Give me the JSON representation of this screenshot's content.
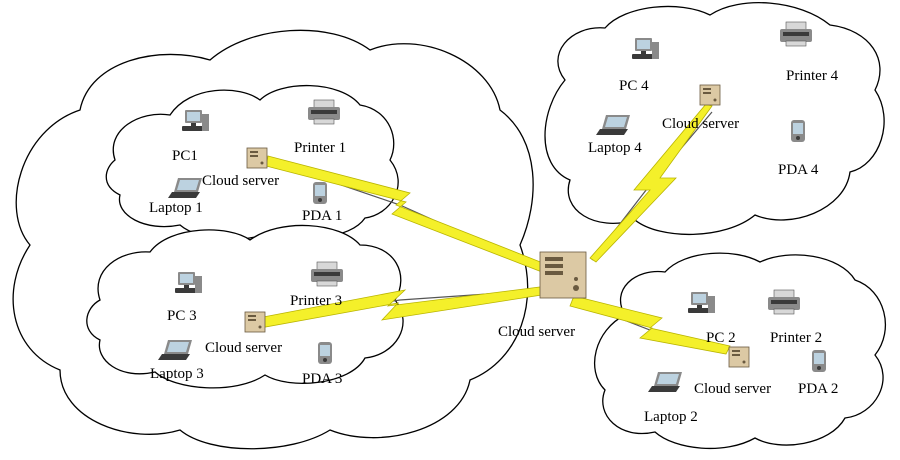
{
  "diagram": {
    "central_server": "Cloud server",
    "clouds": [
      {
        "id": "cloud-1",
        "server": "Cloud server",
        "pc": "PC1",
        "printer": "Printer 1",
        "laptop": "Laptop 1",
        "pda": "PDA 1"
      },
      {
        "id": "cloud-3",
        "server": "Cloud server",
        "pc": "PC 3",
        "printer": "Printer 3",
        "laptop": "Laptop 3",
        "pda": "PDA 3"
      },
      {
        "id": "cloud-4",
        "server": "Cloud server",
        "pc": "PC 4",
        "printer": "Printer 4",
        "laptop": "Laptop 4",
        "pda": "PDA 4"
      },
      {
        "id": "cloud-2",
        "server": "Cloud server",
        "pc": "PC 2",
        "printer": "Printer 2",
        "laptop": "Laptop 2",
        "pda": "PDA 2"
      }
    ]
  },
  "colors": {
    "bolt": "#f4f02a",
    "server": "#dcc9a4"
  }
}
